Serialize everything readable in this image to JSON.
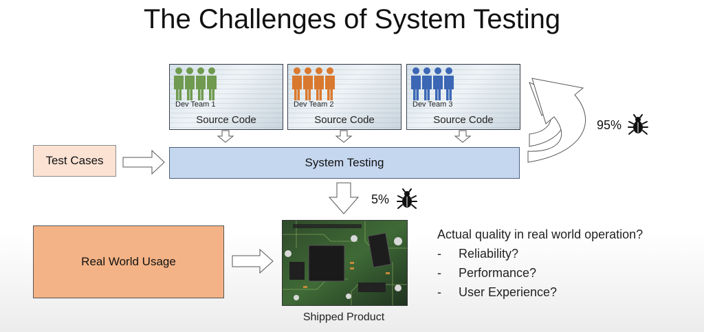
{
  "title": "The Challenges of System Testing",
  "teams": [
    {
      "label": "Dev Team 1",
      "caption": "Source Code",
      "color": "#6f9a4f"
    },
    {
      "label": "Dev Team 2",
      "caption": "Source Code",
      "color": "#d9792f"
    },
    {
      "label": "Dev Team 3",
      "caption": "Source Code",
      "color": "#3c67b5"
    }
  ],
  "system_testing": "System Testing",
  "test_cases": "Test Cases",
  "real_world_usage": "Real World Usage",
  "bug_rates": {
    "caught": "95%",
    "escaped": "5%"
  },
  "shipped_product": "Shipped Product",
  "quality": {
    "question": "Actual quality in real world operation?",
    "items": [
      "Reliability?",
      "Performance?",
      "User Experience?"
    ],
    "bullet": "-"
  },
  "icons": {
    "bug": "bug-icon",
    "person": "person-icon",
    "arrow": "block-arrow-icon",
    "loop": "curved-arrow-icon"
  }
}
